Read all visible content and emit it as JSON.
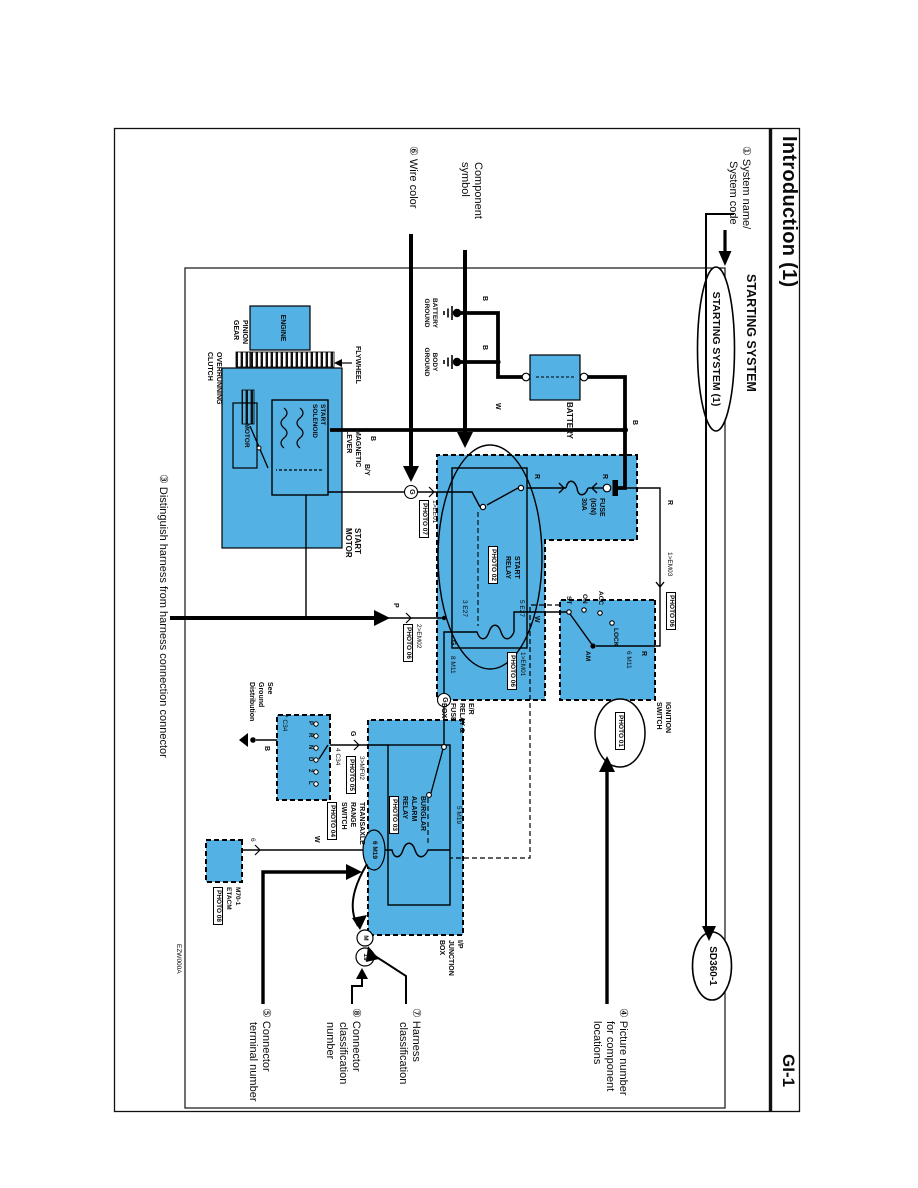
{
  "page": {
    "title": "Introduction (1)",
    "page_code": "GI-1",
    "diagram_ref": "EZW000A"
  },
  "headers": {
    "system_heading": "STARTING SYSTEM",
    "system_oval": "STARTING SYSTEM (1)",
    "system_code_oval": "SD360-1"
  },
  "callouts": {
    "n1_l1": "① System name/",
    "n1_l2": "System code",
    "comp_l1": "Component",
    "comp_l2": "symbol",
    "n6": "⑥ Wire color",
    "n3": "③ Distinguish harness from harness connection connector",
    "n4_l1": "④ Picture number",
    "n4_l2": "for component",
    "n4_l3": "locations",
    "n5_l1": "⑤ Connector",
    "n5_l2": "terminal number",
    "n7_l1": "⑦ Harness",
    "n7_l2": "classification",
    "n8_l1": "⑧ Connector",
    "n8_l2": "classification",
    "n8_l3": "number"
  },
  "components": {
    "battery": "BATTERY",
    "battery_ground_l1": "BATTERY",
    "battery_ground_l2": "GROUND",
    "body_ground_l1": "BODY",
    "body_ground_l2": "GROUND",
    "engine": "ENGINE",
    "pinion_l1": "PINION",
    "pinion_l2": "GEAR",
    "flywheel": "FLYWHEEL",
    "overrunning_l1": "OVERRUNNING",
    "overrunning_l2": "CLUTCH",
    "magnetic_l1": "MAGNETIC",
    "magnetic_l2": "LEVER",
    "motor": "MOTOR",
    "solenoid_l1": "START",
    "solenoid_l2": "SOLENOID",
    "start_motor_l1": "START",
    "start_motor_l2": "MOTOR",
    "fuse_l1": "FUSE",
    "fuse_l2": "(IGN)",
    "fuse_l3": "30A",
    "start_relay_l1": "START",
    "start_relay_l2": "RELAY",
    "er_box_l1": "E/R",
    "er_box_l2": "RELAY &",
    "er_box_l3": "FUSE",
    "er_box_l4": "BOX",
    "ignition_l1": "IGNITION",
    "ignition_l2": "SWITCH",
    "ig_st": "ST",
    "ig_on": "ON",
    "ig_acc": "ACC",
    "ig_lock": "LOCK",
    "ig_am": "AM",
    "transaxle_l1": "TRANSAXLE",
    "transaxle_l2": "RANGE",
    "transaxle_l3": "SWITCH",
    "pos_p": "P",
    "pos_r": "R",
    "pos_n": "N",
    "pos_d": "D",
    "pos_2": "2",
    "pos_l": "L",
    "see_ground_l1": "See",
    "see_ground_l2": "Ground",
    "see_ground_l3": "Distribution",
    "burglar_l1": "BURGLAR",
    "burglar_l2": "ALARM",
    "burglar_l3": "RELAY",
    "ip_box_l1": "I/P",
    "ip_box_l2": "JUNCTION",
    "ip_box_l3": "BOX",
    "etacm_l1": "M70-1",
    "etacm_l2": "ETACM"
  },
  "connectors": {
    "e27_coil_top": "5 E27",
    "e27_coil_bottom": "3 E27",
    "em01": "1>EM01",
    "em02": "2>EM02",
    "em03": "1>EM03",
    "ee01": "1>EE01",
    "mf02": "3>MF02",
    "m11_am": "6 M11",
    "m11_coil": "8 M11",
    "c34_gnd": "7 C34",
    "c34_out": "4 C34",
    "m19_oval": "6 M19",
    "m19_top": "5 M19",
    "harness_m": "M",
    "conn_19": "19",
    "etacm_term": "6"
  },
  "photos": {
    "p01": "PHOTO 01",
    "p02": "PHOTO 02",
    "p03": "PHOTO 03",
    "p04": "PHOTO 04",
    "p05": "PHOTO 05",
    "p06a": "PHOTO 06",
    "p06b": "PHOTO 06",
    "p06c": "PHOTO 06",
    "p07": "PHOTO 07",
    "p08": "PHOTO 08"
  },
  "wire_labels": {
    "b_bus": "B",
    "b_bat_gnd": "B",
    "b_body_gnd": "B",
    "b_starter": "B",
    "b_trans": "B",
    "w_feed": "W",
    "w_st": "W",
    "w_etacm": "W",
    "r_fuse_in": "R",
    "r_fuse_out": "R",
    "r_ign_bus": "R",
    "r_am": "R",
    "by": "B/Y",
    "g_coil": "G",
    "g_trans": "G",
    "p_sol": "P",
    "g_circle_main": "G",
    "g_circle_coil": "G"
  },
  "colors": {
    "highlight_blue": "#53b1e4",
    "line": "#0a0a0a"
  }
}
